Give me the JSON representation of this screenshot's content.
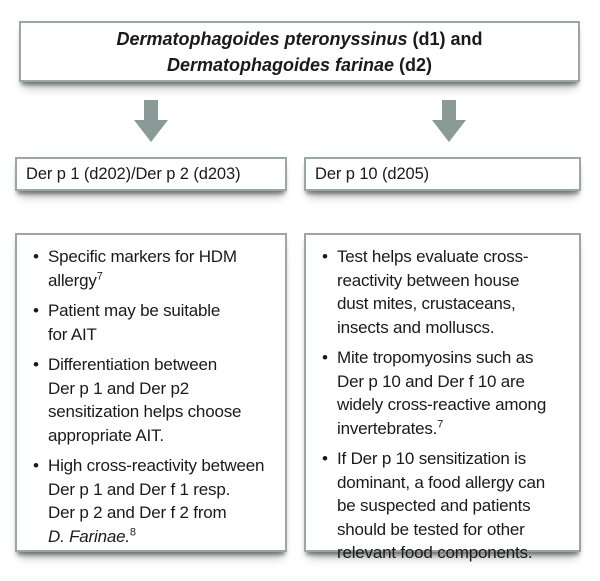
{
  "title": {
    "line1": {
      "italic": "Dermatophagoides pteronyssinus",
      "regular": " (d1) and"
    },
    "line2": {
      "italic": "Dermatophagoides farinae",
      "regular": " (d2)"
    }
  },
  "colors": {
    "arrow": "#8a9b97",
    "box_border": "#9aa7a5",
    "text": "#1a1a1a",
    "background": "#ffffff"
  },
  "bullet_glyph": "•",
  "columns": [
    {
      "header": "Der p 1 (d202)/Der p 2 (d203)",
      "bullets": [
        {
          "text": "Specific markers for HDM\nallergy",
          "sup": "7"
        },
        {
          "text": "Patient may be suitable\nfor AIT"
        },
        {
          "text": "Differentiation between\nDer p 1 and Der p2\nsensitization helps choose\nappropriate AIT."
        },
        {
          "text": "High cross-reactivity between\nDer p 1 and Der f 1 resp.\nDer p 2 and Der f 2 from\n",
          "italic": "D. Farinae.",
          "sup": "8"
        }
      ]
    },
    {
      "header": "Der p 10 (d205)",
      "bullets": [
        {
          "text": "Test helps evaluate cross-\nreactivity between house\ndust mites, crustaceans,\ninsects and molluscs."
        },
        {
          "text": "Mite tropomyosins such as\nDer p 10 and Der f 10 are\nwidely cross-reactive among\ninvertebrates.",
          "sup": "7"
        },
        {
          "text": "If Der p 10 sensitization is\ndominant, a food allergy can\nbe suspected and patients\nshould be tested for other\nrelevant food components."
        }
      ]
    }
  ]
}
